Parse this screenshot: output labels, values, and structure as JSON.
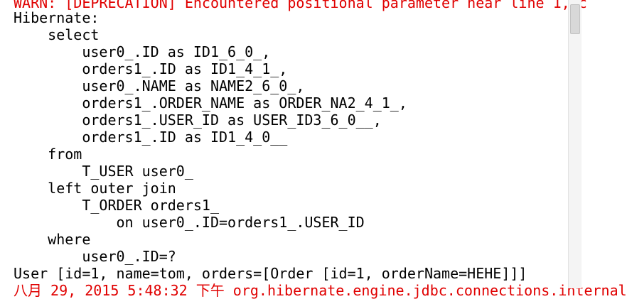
{
  "console": {
    "lines": [
      {
        "text": "WARN: [DEPRECATION] Encountered positional parameter near line 1, c",
        "style": "warn"
      },
      {
        "text": "Hibernate: ",
        "style": "normal"
      },
      {
        "text": "    select",
        "style": "normal"
      },
      {
        "text": "        user0_.ID as ID1_6_0_,",
        "style": "normal"
      },
      {
        "text": "        orders1_.ID as ID1_4_1_,",
        "style": "normal"
      },
      {
        "text": "        user0_.NAME as NAME2_6_0_,",
        "style": "normal"
      },
      {
        "text": "        orders1_.ORDER_NAME as ORDER_NA2_4_1_,",
        "style": "normal"
      },
      {
        "text": "        orders1_.USER_ID as USER_ID3_6_0__,",
        "style": "normal"
      },
      {
        "text": "        orders1_.ID as ID1_4_0__",
        "style": "normal"
      },
      {
        "text": "    from",
        "style": "normal"
      },
      {
        "text": "        T_USER user0_",
        "style": "normal"
      },
      {
        "text": "    left outer join",
        "style": "normal"
      },
      {
        "text": "        T_ORDER orders1_",
        "style": "normal"
      },
      {
        "text": "            on user0_.ID=orders1_.USER_ID",
        "style": "normal"
      },
      {
        "text": "    where",
        "style": "normal"
      },
      {
        "text": "        user0_.ID=?",
        "style": "normal"
      },
      {
        "text": "User [id=1, name=tom, orders=[Order [id=1, orderName=HEHE]]]",
        "style": "normal"
      },
      {
        "text": "八月 29, 2015 5:48:32 下午 org.hibernate.engine.jdbc.connections.internal",
        "style": "err"
      }
    ]
  },
  "colors": {
    "warning": "#e00000",
    "text": "#000000",
    "background": "#ffffff"
  }
}
